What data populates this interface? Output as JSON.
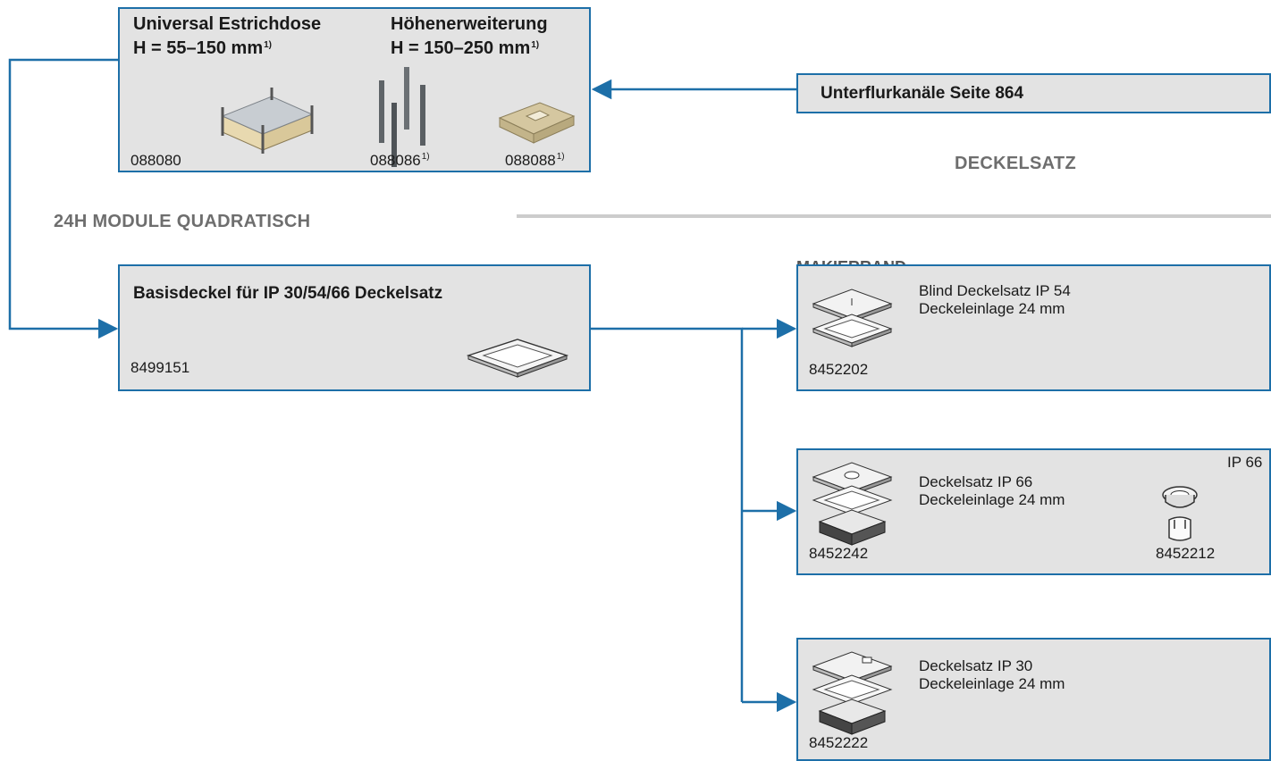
{
  "top_box": {
    "left_title": "Universal Estrichdose",
    "left_height": "H = 55–150 mm",
    "left_height_sup": "1)",
    "right_title": "Höhenerweiterung",
    "right_height": "H = 150–250 mm",
    "right_height_sup": "1)",
    "code_1": "088080",
    "code_2": "088086",
    "code_2_sup": "1)",
    "code_3": "088088",
    "code_3_sup": "1)"
  },
  "unterflur_box": {
    "label": "Unterflurkanäle Seite 864"
  },
  "headings": {
    "deckelsatz": "DECKELSATZ",
    "module": "24H MODULE QUADRATISCH",
    "makierrand": "MAKIERRAND"
  },
  "basis_box": {
    "title": "Basisdeckel für IP 30/54/66 Deckelsatz",
    "code": "8499151"
  },
  "options": [
    {
      "line1": "Blind Deckelsatz IP 54",
      "line2": "Deckeleinlage 24 mm",
      "code": "8452202"
    },
    {
      "line1": "Deckelsatz IP 66",
      "line2": "Deckeleinlage 24 mm",
      "code": "8452242",
      "extra_label": "IP 66",
      "extra_code": "8452212"
    },
    {
      "line1": "Deckelsatz IP 30",
      "line2": "Deckeleinlage 24 mm",
      "code": "8452222"
    }
  ],
  "colors": {
    "line": "#1d6fa8",
    "box_fill": "#e3e3e3",
    "heading": "#6e6e6e",
    "rule": "#cccccc"
  }
}
